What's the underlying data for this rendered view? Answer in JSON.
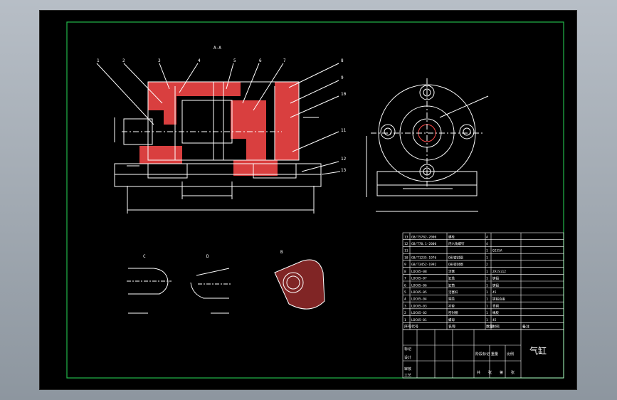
{
  "drawing": {
    "title_block_name": "气缸",
    "section_label_main": "A-A",
    "detail_labels": [
      "C",
      "D",
      "B"
    ],
    "balloons": [
      "1",
      "2",
      "3",
      "4",
      "5",
      "6",
      "7",
      "8",
      "9",
      "10",
      "11",
      "12",
      "13"
    ],
    "palette": {
      "background": "#000000",
      "border": "#22b84a",
      "lines": "#ffffff",
      "hatch": "#ff4a4a",
      "frame": "#9aa3ad"
    },
    "parts_list": {
      "rows": [
        {
          "no": "13",
          "code": "GB/T5782-2000",
          "name": "螺栓",
          "qty": "4",
          "material": "",
          "note": ""
        },
        {
          "no": "12",
          "code": "GB/T70.1-2000",
          "name": "内六角螺钉",
          "qty": "4",
          "material": "",
          "note": ""
        },
        {
          "no": "11",
          "code": "",
          "name": "",
          "qty": "1",
          "material": "Q235A",
          "note": ""
        },
        {
          "no": "10",
          "code": "GB/T1235-1976",
          "name": "O形密封圈",
          "qty": "1",
          "material": "",
          "note": ""
        },
        {
          "no": "9",
          "code": "GB/T3452-1992",
          "name": "O形密封圈",
          "qty": "2",
          "material": "",
          "note": ""
        },
        {
          "no": "8",
          "code": "LDC05-08",
          "name": "活塞",
          "qty": "1",
          "material": "ZAlSi12",
          "note": ""
        },
        {
          "no": "7",
          "code": "LDC05-07",
          "name": "缸盖",
          "qty": "1",
          "material": "铸铝",
          "note": ""
        },
        {
          "no": "6",
          "code": "LDC05-06",
          "name": "缸筒",
          "qty": "1",
          "material": "铸铝",
          "note": ""
        },
        {
          "no": "5",
          "code": "LDC05-05",
          "name": "活塞杆",
          "qty": "1",
          "material": "45",
          "note": ""
        },
        {
          "no": "4",
          "code": "LDC05-04",
          "name": "端盖",
          "qty": "1",
          "material": "铸铝合金",
          "note": ""
        },
        {
          "no": "3",
          "code": "LDC05-03",
          "name": "衬套",
          "qty": "1",
          "material": "青铜",
          "note": ""
        },
        {
          "no": "2",
          "code": "LDC05-02",
          "name": "密封圈",
          "qty": "1",
          "material": "橡胶",
          "note": ""
        },
        {
          "no": "1",
          "code": "LDC05-01",
          "name": "螺母",
          "qty": "1",
          "material": "45",
          "note": ""
        }
      ],
      "header": [
        "序号",
        "代号",
        "名称",
        "数量",
        "材料",
        "备注"
      ]
    },
    "title_block": {
      "row_labels": [
        "标记",
        "设计",
        "审核",
        "工艺"
      ],
      "mid_labels": [
        "阶段标记",
        "重量",
        "比例"
      ],
      "bottom_labels": [
        "共",
        "张",
        "第",
        "张"
      ]
    }
  }
}
